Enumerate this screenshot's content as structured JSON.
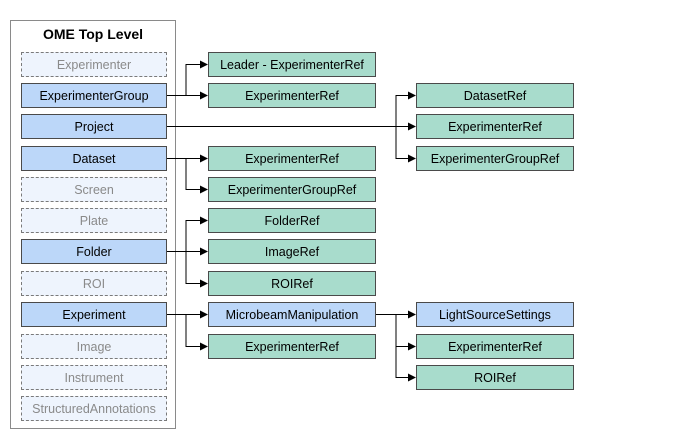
{
  "title": "OME Top Level",
  "left_items": [
    {
      "label": "Experimenter",
      "style": "dashed"
    },
    {
      "label": "ExperimenterGroup",
      "style": "solid"
    },
    {
      "label": "Project",
      "style": "solid"
    },
    {
      "label": "Dataset",
      "style": "solid"
    },
    {
      "label": "Screen",
      "style": "dashed"
    },
    {
      "label": "Plate",
      "style": "dashed"
    },
    {
      "label": "Folder",
      "style": "solid"
    },
    {
      "label": "ROI",
      "style": "dashed"
    },
    {
      "label": "Experiment",
      "style": "solid"
    },
    {
      "label": "Image",
      "style": "dashed"
    },
    {
      "label": "Instrument",
      "style": "dashed"
    },
    {
      "label": "StructuredAnnotations",
      "style": "dashed"
    }
  ],
  "mid_items": [
    {
      "label": "Leader - ExperimenterRef",
      "style": "teal"
    },
    {
      "label": "ExperimenterRef",
      "style": "teal"
    },
    {
      "label": "ExperimenterRef",
      "style": "teal"
    },
    {
      "label": "ExperimenterGroupRef",
      "style": "teal"
    },
    {
      "label": "FolderRef",
      "style": "teal"
    },
    {
      "label": "ImageRef",
      "style": "teal"
    },
    {
      "label": "ROIRef",
      "style": "teal"
    },
    {
      "label": "MicrobeamManipulation",
      "style": "blue"
    },
    {
      "label": "ExperimenterRef",
      "style": "teal"
    }
  ],
  "right_items": [
    {
      "label": "DatasetRef",
      "style": "teal"
    },
    {
      "label": "ExperimenterRef",
      "style": "teal"
    },
    {
      "label": "ExperimenterGroupRef",
      "style": "teal"
    },
    {
      "label": "LightSourceSettings",
      "style": "blue"
    },
    {
      "label": "ExperimenterRef",
      "style": "teal"
    },
    {
      "label": "ROIRef",
      "style": "teal"
    }
  ],
  "colors": {
    "solid_box": "#bcd7f9",
    "dashed_box": "#eef4fd",
    "ref_box": "#a8dccc",
    "line": "#000000"
  }
}
